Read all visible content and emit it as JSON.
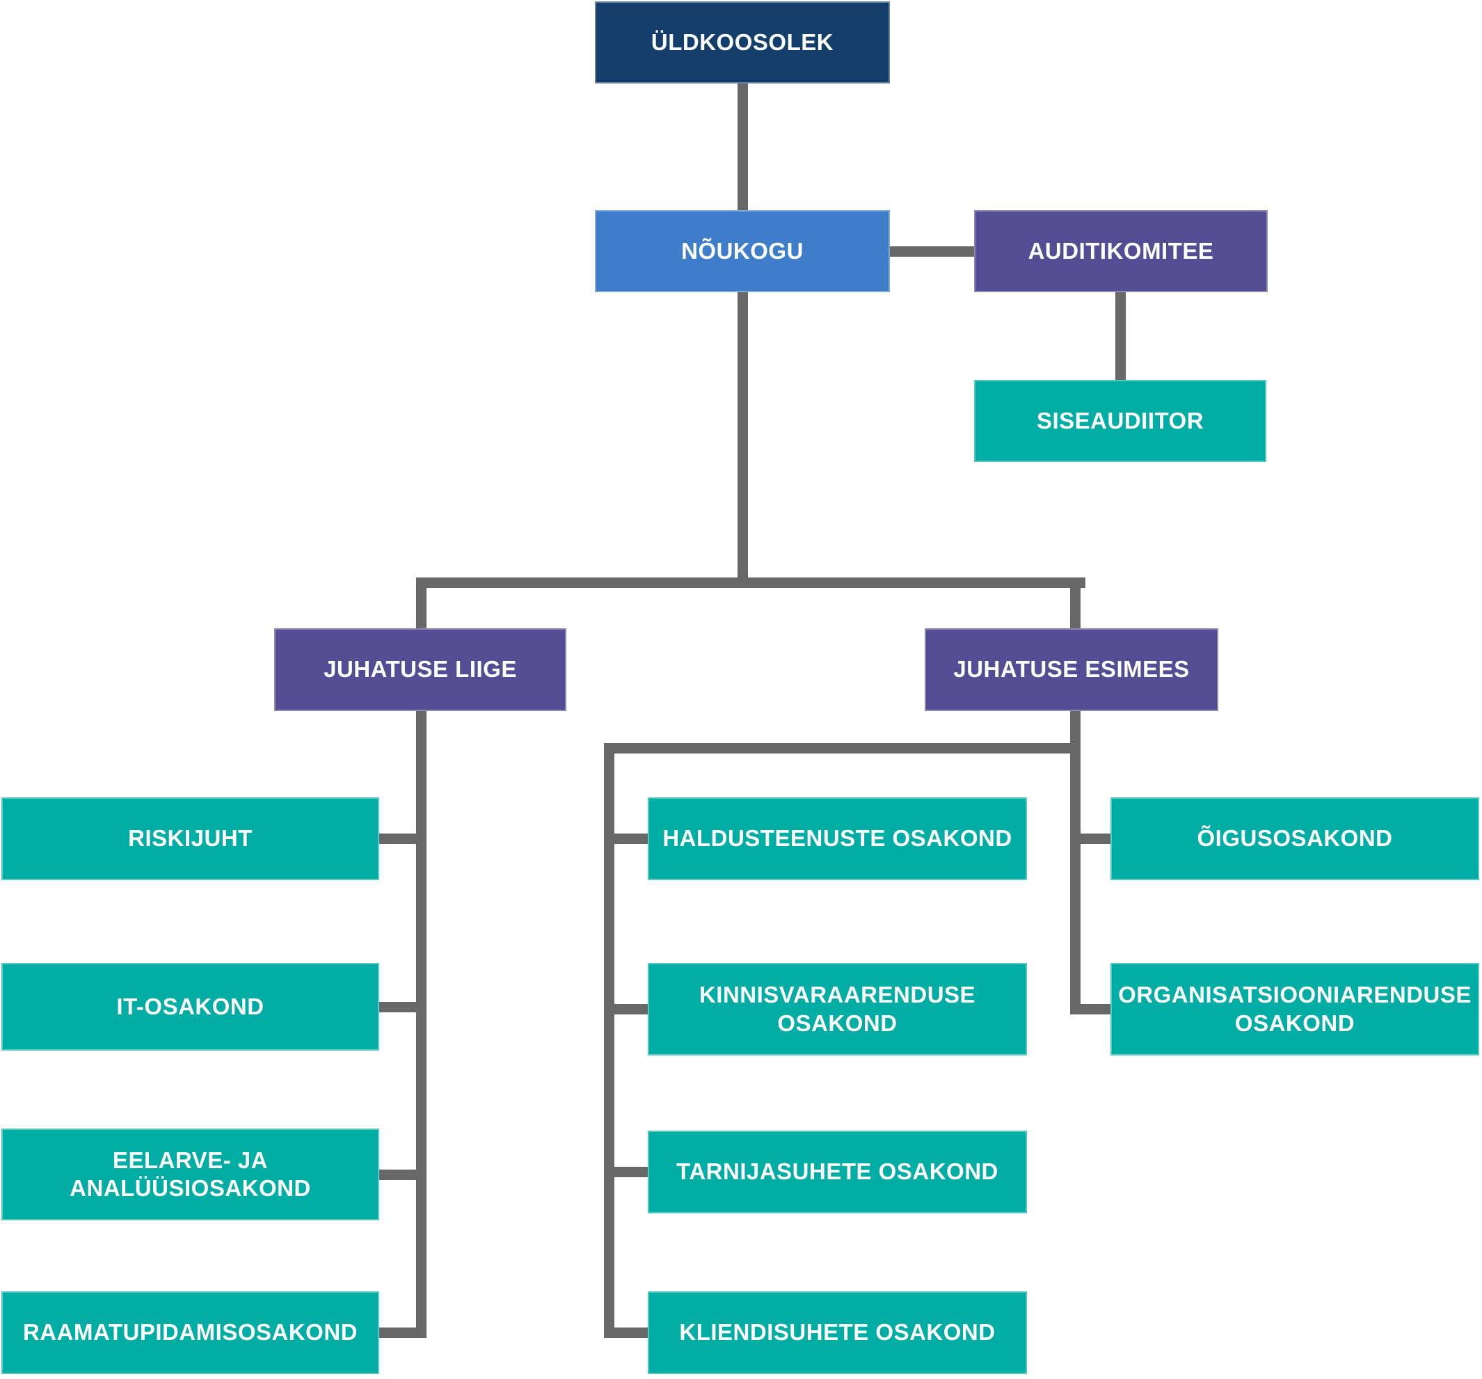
{
  "diagram": {
    "type": "org_chart",
    "language": "Estonian"
  },
  "colors": {
    "navy": "#133e6b",
    "blue": "#3e7dc9",
    "purple": "#544d93",
    "teal": "#00ada4",
    "connector": "#686868",
    "text": "#ffffff",
    "background": "#ffffff"
  },
  "nodes": {
    "uldkoosolek": {
      "label": "ÜLDKOOSOLEK",
      "color": "navy"
    },
    "noukogu": {
      "label": "NÕUKOGU",
      "color": "blue"
    },
    "auditikomitee": {
      "label": "AUDITIKOMITEE",
      "color": "purple"
    },
    "siseaudiitor": {
      "label": "SISEAUDIITOR",
      "color": "teal"
    },
    "juhatuse_liige": {
      "label": "JUHATUSE LIIGE",
      "color": "purple"
    },
    "juhatuse_esimees": {
      "label": "JUHATUSE ESIMEES",
      "color": "purple"
    },
    "riskijuht": {
      "label": "RISKIJUHT",
      "color": "teal"
    },
    "it_osakond": {
      "label": "IT-OSAKOND",
      "color": "teal"
    },
    "eelarve": {
      "label": "EELARVE- JA ANALÜÜSIOSAKOND",
      "color": "teal"
    },
    "raamatupidamis": {
      "label": "RAAMATUPIDAMISOSAKOND",
      "color": "teal"
    },
    "haldusteenuste": {
      "label": "HALDUSTEENUSTE OSAKOND",
      "color": "teal"
    },
    "kinnisvara": {
      "label": "KINNISVARAARENDUSE OSAKOND",
      "color": "teal"
    },
    "tarnijasuhete": {
      "label": "TARNIJASUHETE OSAKOND",
      "color": "teal"
    },
    "kliendisuhete": {
      "label": "KLIENDISUHETE OSAKOND",
      "color": "teal"
    },
    "oigusosakond": {
      "label": "ÕIGUSOSAKOND",
      "color": "teal"
    },
    "organisatsiooni": {
      "label": "ORGANISATSIOONIARENDUSE OSAKOND",
      "color": "teal"
    }
  },
  "edges": [
    {
      "from": "uldkoosolek",
      "to": "noukogu"
    },
    {
      "from": "noukogu",
      "to": "auditikomitee"
    },
    {
      "from": "auditikomitee",
      "to": "siseaudiitor"
    },
    {
      "from": "noukogu",
      "to": "juhatuse_liige"
    },
    {
      "from": "noukogu",
      "to": "juhatuse_esimees"
    },
    {
      "from": "juhatuse_liige",
      "to": "riskijuht"
    },
    {
      "from": "juhatuse_liige",
      "to": "it_osakond"
    },
    {
      "from": "juhatuse_liige",
      "to": "eelarve"
    },
    {
      "from": "juhatuse_liige",
      "to": "raamatupidamis"
    },
    {
      "from": "juhatuse_esimees",
      "to": "haldusteenuste"
    },
    {
      "from": "juhatuse_esimees",
      "to": "kinnisvara"
    },
    {
      "from": "juhatuse_esimees",
      "to": "tarnijasuhete"
    },
    {
      "from": "juhatuse_esimees",
      "to": "kliendisuhete"
    },
    {
      "from": "juhatuse_esimees",
      "to": "oigusosakond"
    },
    {
      "from": "juhatuse_esimees",
      "to": "organisatsiooni"
    }
  ]
}
